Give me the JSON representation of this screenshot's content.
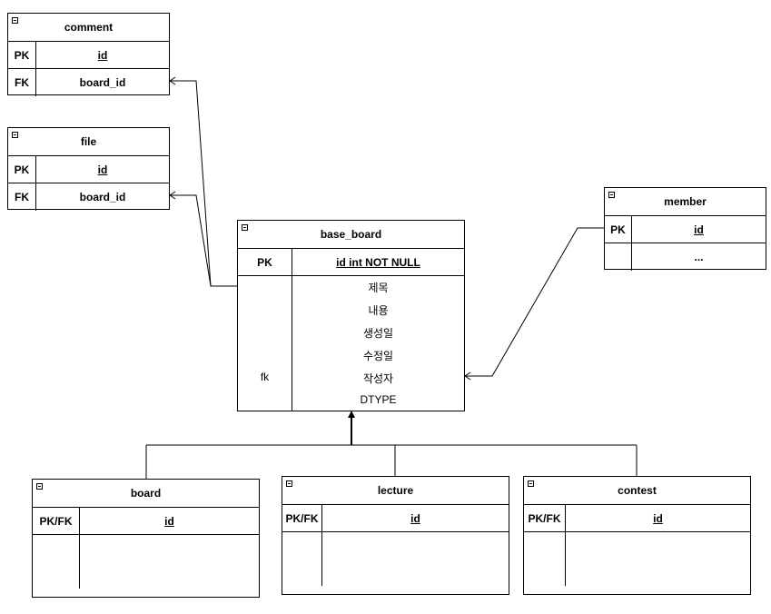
{
  "comment": {
    "title": "comment",
    "rows": [
      {
        "key": "PK",
        "value": "id"
      },
      {
        "key": "FK",
        "value": "board_id"
      }
    ]
  },
  "file": {
    "title": "file",
    "rows": [
      {
        "key": "PK",
        "value": "id"
      },
      {
        "key": "FK",
        "value": "board_id"
      }
    ]
  },
  "member": {
    "title": "member",
    "rows": [
      {
        "key": "PK",
        "value": "id"
      },
      {
        "key": "",
        "value": "..."
      }
    ]
  },
  "base_board": {
    "title": "base_board",
    "pk_key": "PK",
    "pk_value": "id int NOT NULL",
    "fields": [
      "제목",
      "내용",
      "생성일",
      "수정일",
      "작성자",
      "DTYPE"
    ],
    "fk_label": "fk"
  },
  "board": {
    "title": "board",
    "pk_key": "PK/FK",
    "pk_value": "id"
  },
  "lecture": {
    "title": "lecture",
    "pk_key": "PK/FK",
    "pk_value": "id"
  },
  "contest": {
    "title": "contest",
    "pk_key": "PK/FK",
    "pk_value": "id"
  }
}
